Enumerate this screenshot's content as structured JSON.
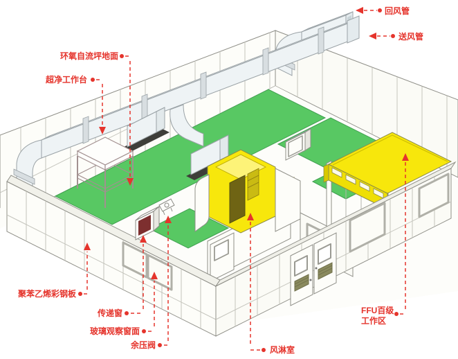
{
  "diagram": {
    "type": "cleanroom-isometric-cutaway",
    "description_visible_text_only": true
  },
  "labels": {
    "return_duct": {
      "text": "回风管"
    },
    "supply_duct": {
      "text": "送风管"
    },
    "epoxy_floor": {
      "text": "环氧自流坪地面"
    },
    "clean_bench": {
      "text": "超净工作台"
    },
    "steel_panel": {
      "text": "聚苯乙烯彩钢板"
    },
    "pass_window": {
      "text": "传递窗"
    },
    "glass_window": {
      "text": "玻璃观察窗面"
    },
    "pressure_valve": {
      "text": "余压阀"
    },
    "air_shower": {
      "text": "风淋室"
    },
    "ffu_area": {
      "line1": "FFU百级",
      "line2": "工作区"
    }
  },
  "colors": {
    "label_red": "#e5342c",
    "floor_green": "#58c863",
    "zone_yellow": "#f7e70c",
    "fascia_yellow": "#efdf05",
    "duct_fill": "#eef3f5",
    "wall_outline": "#8e8e87"
  }
}
